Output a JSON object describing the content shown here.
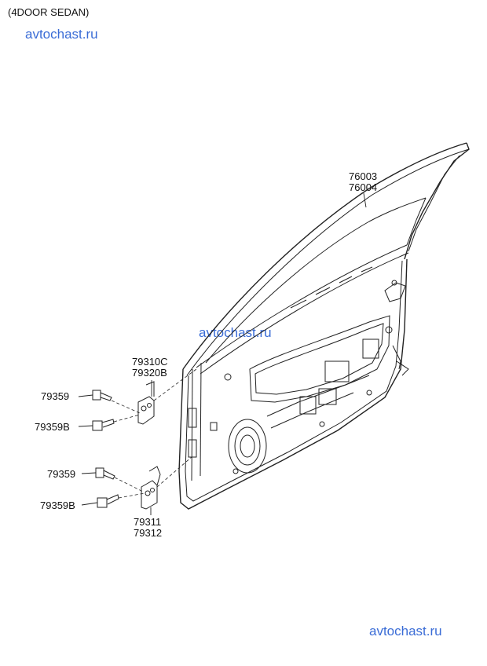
{
  "header": {
    "title": "(4DOOR SEDAN)"
  },
  "watermark": {
    "text": "avtochast.ru"
  },
  "callouts": {
    "door": {
      "line1": "76003",
      "line2": "76004"
    },
    "upper_hinge": {
      "line1": "79310C",
      "line2": "79320B"
    },
    "lower_hinge": {
      "line1": "79311",
      "line2": "79312"
    },
    "bolt_upper_a": "79359",
    "bolt_upper_b": "79359B",
    "bolt_lower_a": "79359",
    "bolt_lower_b": "79359B"
  }
}
